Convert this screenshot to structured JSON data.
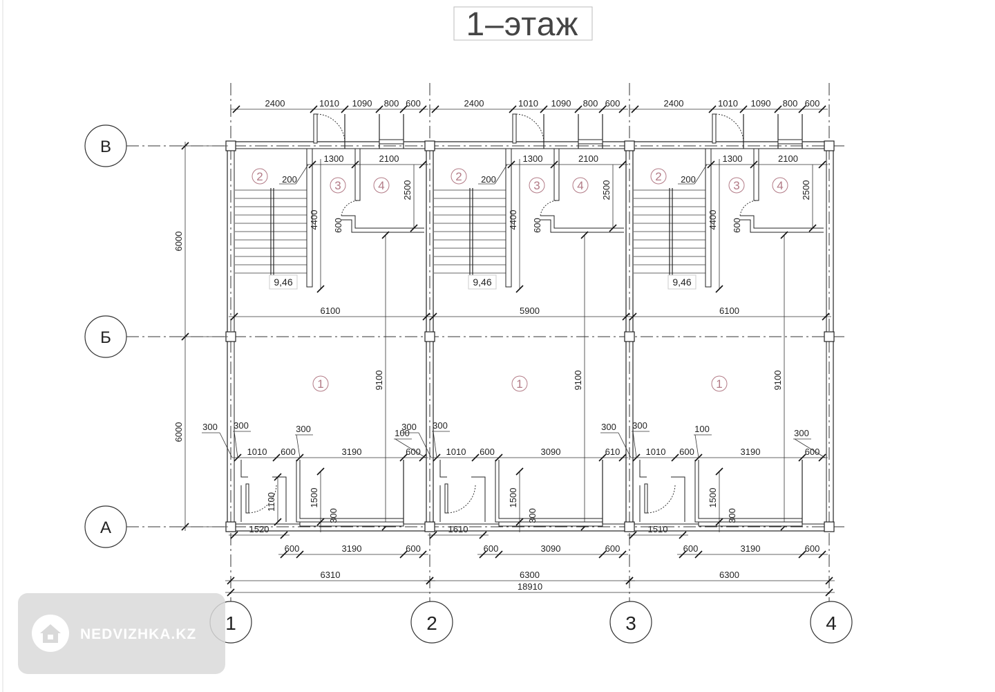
{
  "title": "1–этаж",
  "axes": {
    "rows": [
      "В",
      "Б",
      "А"
    ],
    "cols": [
      "1",
      "2",
      "3",
      "4"
    ]
  },
  "left_dims": [
    "6000",
    "6000"
  ],
  "overall_width": "18910",
  "units": [
    {
      "top_dims": [
        "2400",
        "1010",
        "1090",
        "800",
        "600"
      ],
      "inner_dims": [
        "1300",
        "2100"
      ],
      "leader_200": "200",
      "vert_dims": [
        "4400",
        "600",
        "2500"
      ],
      "stair_area": "9,46",
      "mid_width": "6100",
      "depth": "9100",
      "rooms": [
        "1",
        "2",
        "3",
        "4"
      ],
      "leaders": [
        "300",
        "300",
        "300",
        "100"
      ],
      "front_dims": [
        "1010",
        "600",
        "3190",
        "600"
      ],
      "front_verts": [
        "1500",
        "1100",
        "300"
      ],
      "entry_dim": "1520",
      "window_dims": [
        "600",
        "3190",
        "600"
      ],
      "total": "6310"
    },
    {
      "top_dims": [
        "2400",
        "1010",
        "1090",
        "800",
        "600"
      ],
      "inner_dims": [
        "1300",
        "2100"
      ],
      "leader_200": "200",
      "vert_dims": [
        "4400",
        "600",
        "2500"
      ],
      "stair_area": "9,46",
      "mid_width": "5900",
      "depth": "9100",
      "rooms": [
        "1",
        "2",
        "3",
        "4"
      ],
      "leaders": [
        "300",
        "300"
      ],
      "front_dims": [
        "1010",
        "600",
        "3090",
        "610"
      ],
      "front_verts": [
        "1500",
        "300"
      ],
      "entry_dim": "1610",
      "window_dims": [
        "600",
        "3090",
        "600"
      ],
      "total": "6300"
    },
    {
      "top_dims": [
        "2400",
        "1010",
        "1090",
        "800",
        "600"
      ],
      "inner_dims": [
        "1300",
        "2100"
      ],
      "leader_200": "200",
      "vert_dims": [
        "4400",
        "600",
        "2500"
      ],
      "stair_area": "9,46",
      "mid_width": "6100",
      "depth": "9100",
      "rooms": [
        "1",
        "2",
        "3",
        "4"
      ],
      "leaders": [
        "300",
        "300",
        "100",
        "300"
      ],
      "front_dims": [
        "1010",
        "600",
        "3190",
        "600"
      ],
      "front_verts": [
        "1500",
        "300"
      ],
      "entry_dim": "1510",
      "window_dims": [
        "600",
        "3190",
        "600"
      ],
      "total": "6300"
    }
  ],
  "watermark": {
    "text": "NEDVIZHKA.KZ",
    "icon": "house-icon"
  }
}
